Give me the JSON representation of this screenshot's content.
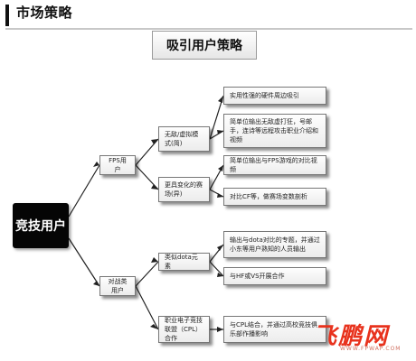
{
  "page": {
    "section_title": "市场策略"
  },
  "diagram": {
    "title": "吸引用户策略",
    "root": "竞技用户",
    "branches": [
      {
        "label": "FPS用户",
        "children": [
          {
            "label": "无敌/虚拟模式(简)",
            "children": [
              "实用性强的硬件周边吸引",
              "简单位输出无敌虚打狂，号邮手，连诗等远程攻击职业介绍和视频"
            ]
          },
          {
            "label": "更具变化的赛场(异)",
            "children": [
              "简单位输出与FPS游戏的对比视频",
              "对比CF等，做赛场变数剖析"
            ]
          }
        ]
      },
      {
        "label": "对战类用户",
        "children": [
          {
            "label": "类似dota元素",
            "children": [
              "输出与dota对比的专题，并通过小东等用户熟知的人员输出",
              "与HF或VS开展合作"
            ]
          },
          {
            "label": "职业电子竞技联盟（CPL）合作",
            "children": [
              "与CPL结合，并通过高校竞技俱乐部作播影响"
            ]
          }
        ]
      }
    ]
  },
  "watermark": {
    "mark": "飞鹏网",
    "url": "WWW.FPWAP.COM"
  }
}
